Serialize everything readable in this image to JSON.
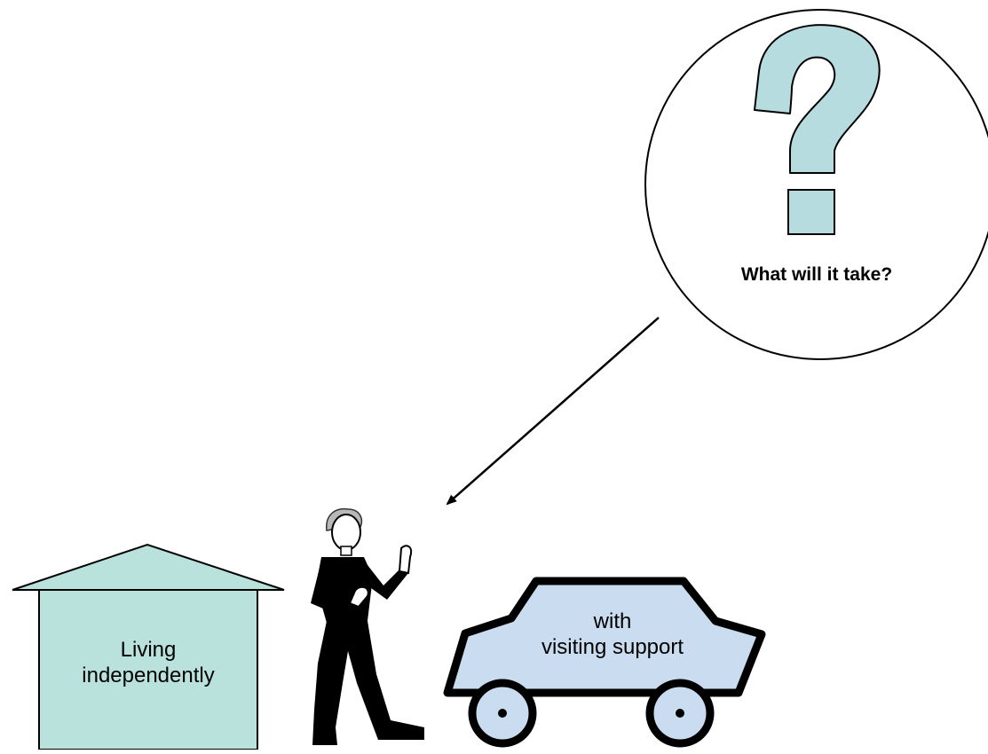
{
  "bubble": {
    "caption": "What will it take?",
    "symbol": "question-mark",
    "symbol_color": "#b7dce0"
  },
  "house": {
    "line1": "Living",
    "line2": "independently",
    "fill_color": "#b9e2dc"
  },
  "car": {
    "line1": "with",
    "line2": "visiting support",
    "fill_color": "#c9dcf0"
  },
  "person": {
    "description_icon": "elderly-man-icon"
  }
}
